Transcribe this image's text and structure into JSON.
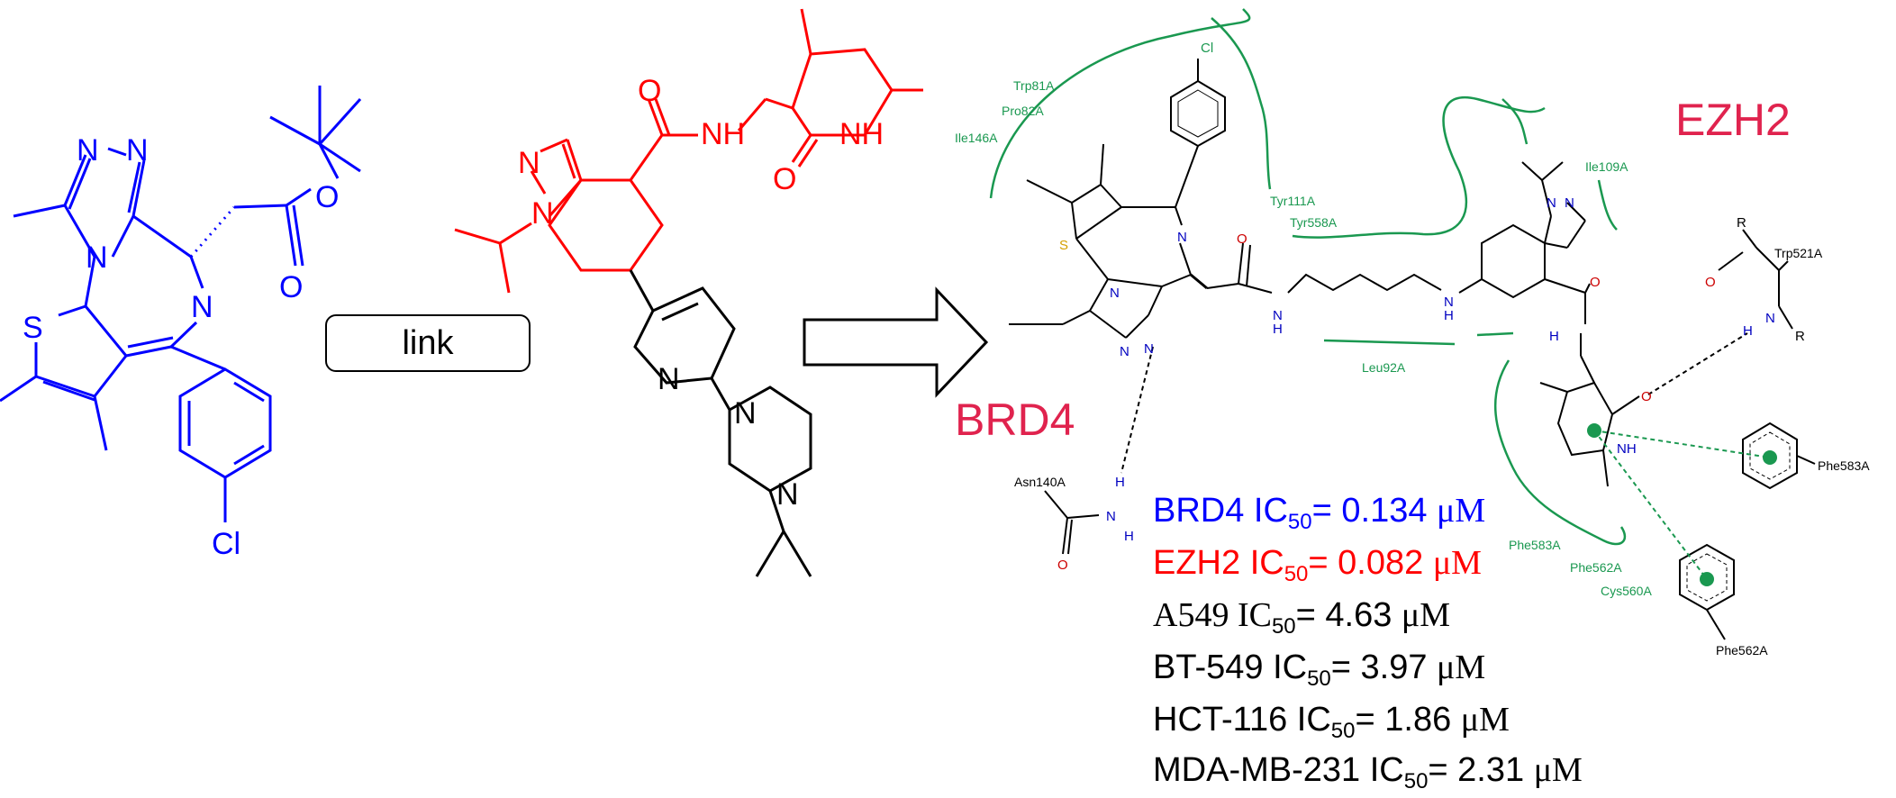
{
  "arrow_label": "link",
  "colors": {
    "blue": "#0000ff",
    "red": "#ff0000",
    "green": "#1a9850",
    "pink": "#e0234e",
    "black": "#000000"
  },
  "left_molecule": {
    "atoms": {
      "n1": "N",
      "n2": "N",
      "n3": "N",
      "n4": "N",
      "o1": "O",
      "o2": "O",
      "s": "S",
      "cl": "Cl"
    }
  },
  "middle_molecule": {
    "atoms": {
      "o": "O",
      "nh_amide": "NH",
      "nh_ring": "NH",
      "o2": "O",
      "n_a": "N",
      "n_b": "N",
      "n_py": "N",
      "n_pip1": "N",
      "n_pip2": "N"
    }
  },
  "right_diagram": {
    "targets": {
      "brd4": "BRD4",
      "ezh2": "EZH2"
    },
    "residues": {
      "trp81": "Trp81A",
      "pro82": "Pro82A",
      "ile146": "Ile146A",
      "tyr111": "Tyr111A",
      "tyr558": "Tyr558A",
      "ile109": "Ile109A",
      "trp521": "Trp521A",
      "leu92": "Leu92A",
      "asn140": "Asn140A",
      "phe583_label": "Phe583A",
      "phe583_ring": "Phe583A",
      "phe562_label": "Phe562A",
      "phe562_ring": "Phe562A",
      "cys560": "Cys560A"
    },
    "atoms": {
      "cl": "Cl",
      "s": "S",
      "n": "N",
      "nh1": "N",
      "nh1h": "H",
      "nh2": "N",
      "nh2h": "H",
      "o1": "O",
      "o2": "O",
      "nh3": "N",
      "nh3h": "H",
      "nh_pyr": "NH",
      "o3": "O",
      "r1": "R",
      "r2": "R",
      "o_trp": "O",
      "n_trp": "N",
      "h_trp": "H",
      "n_a": "N",
      "n_b": "N",
      "n_c": "N",
      "n_d": "N",
      "n_asn": "N",
      "h_asn1": "H",
      "h_asn2": "H",
      "o_asn": "O"
    }
  },
  "ic50_results": [
    {
      "name": "BRD4 IC",
      "sub": "50",
      "value": "= 0.134 ",
      "unit": "μM",
      "color": "#0000ff"
    },
    {
      "name": "EZH2 IC",
      "sub": "50",
      "value": "= 0.082 ",
      "unit": "μM",
      "color": "#ff0000"
    },
    {
      "name": "A549  IC",
      "sub": "50",
      "value": "= 4.63 ",
      "unit": "μM",
      "color": "#000000"
    },
    {
      "name": "BT-549 IC",
      "sub": "50",
      "value": "= 3.97 ",
      "unit": "μM",
      "color": "#000000"
    },
    {
      "name": "HCT-116 IC",
      "sub": "50",
      "value": "= 1.86 ",
      "unit": "μM",
      "color": "#000000"
    },
    {
      "name": "MDA-MB-231 IC",
      "sub": "50",
      "value": "= 2.31 ",
      "unit": "μM",
      "color": "#000000"
    }
  ]
}
